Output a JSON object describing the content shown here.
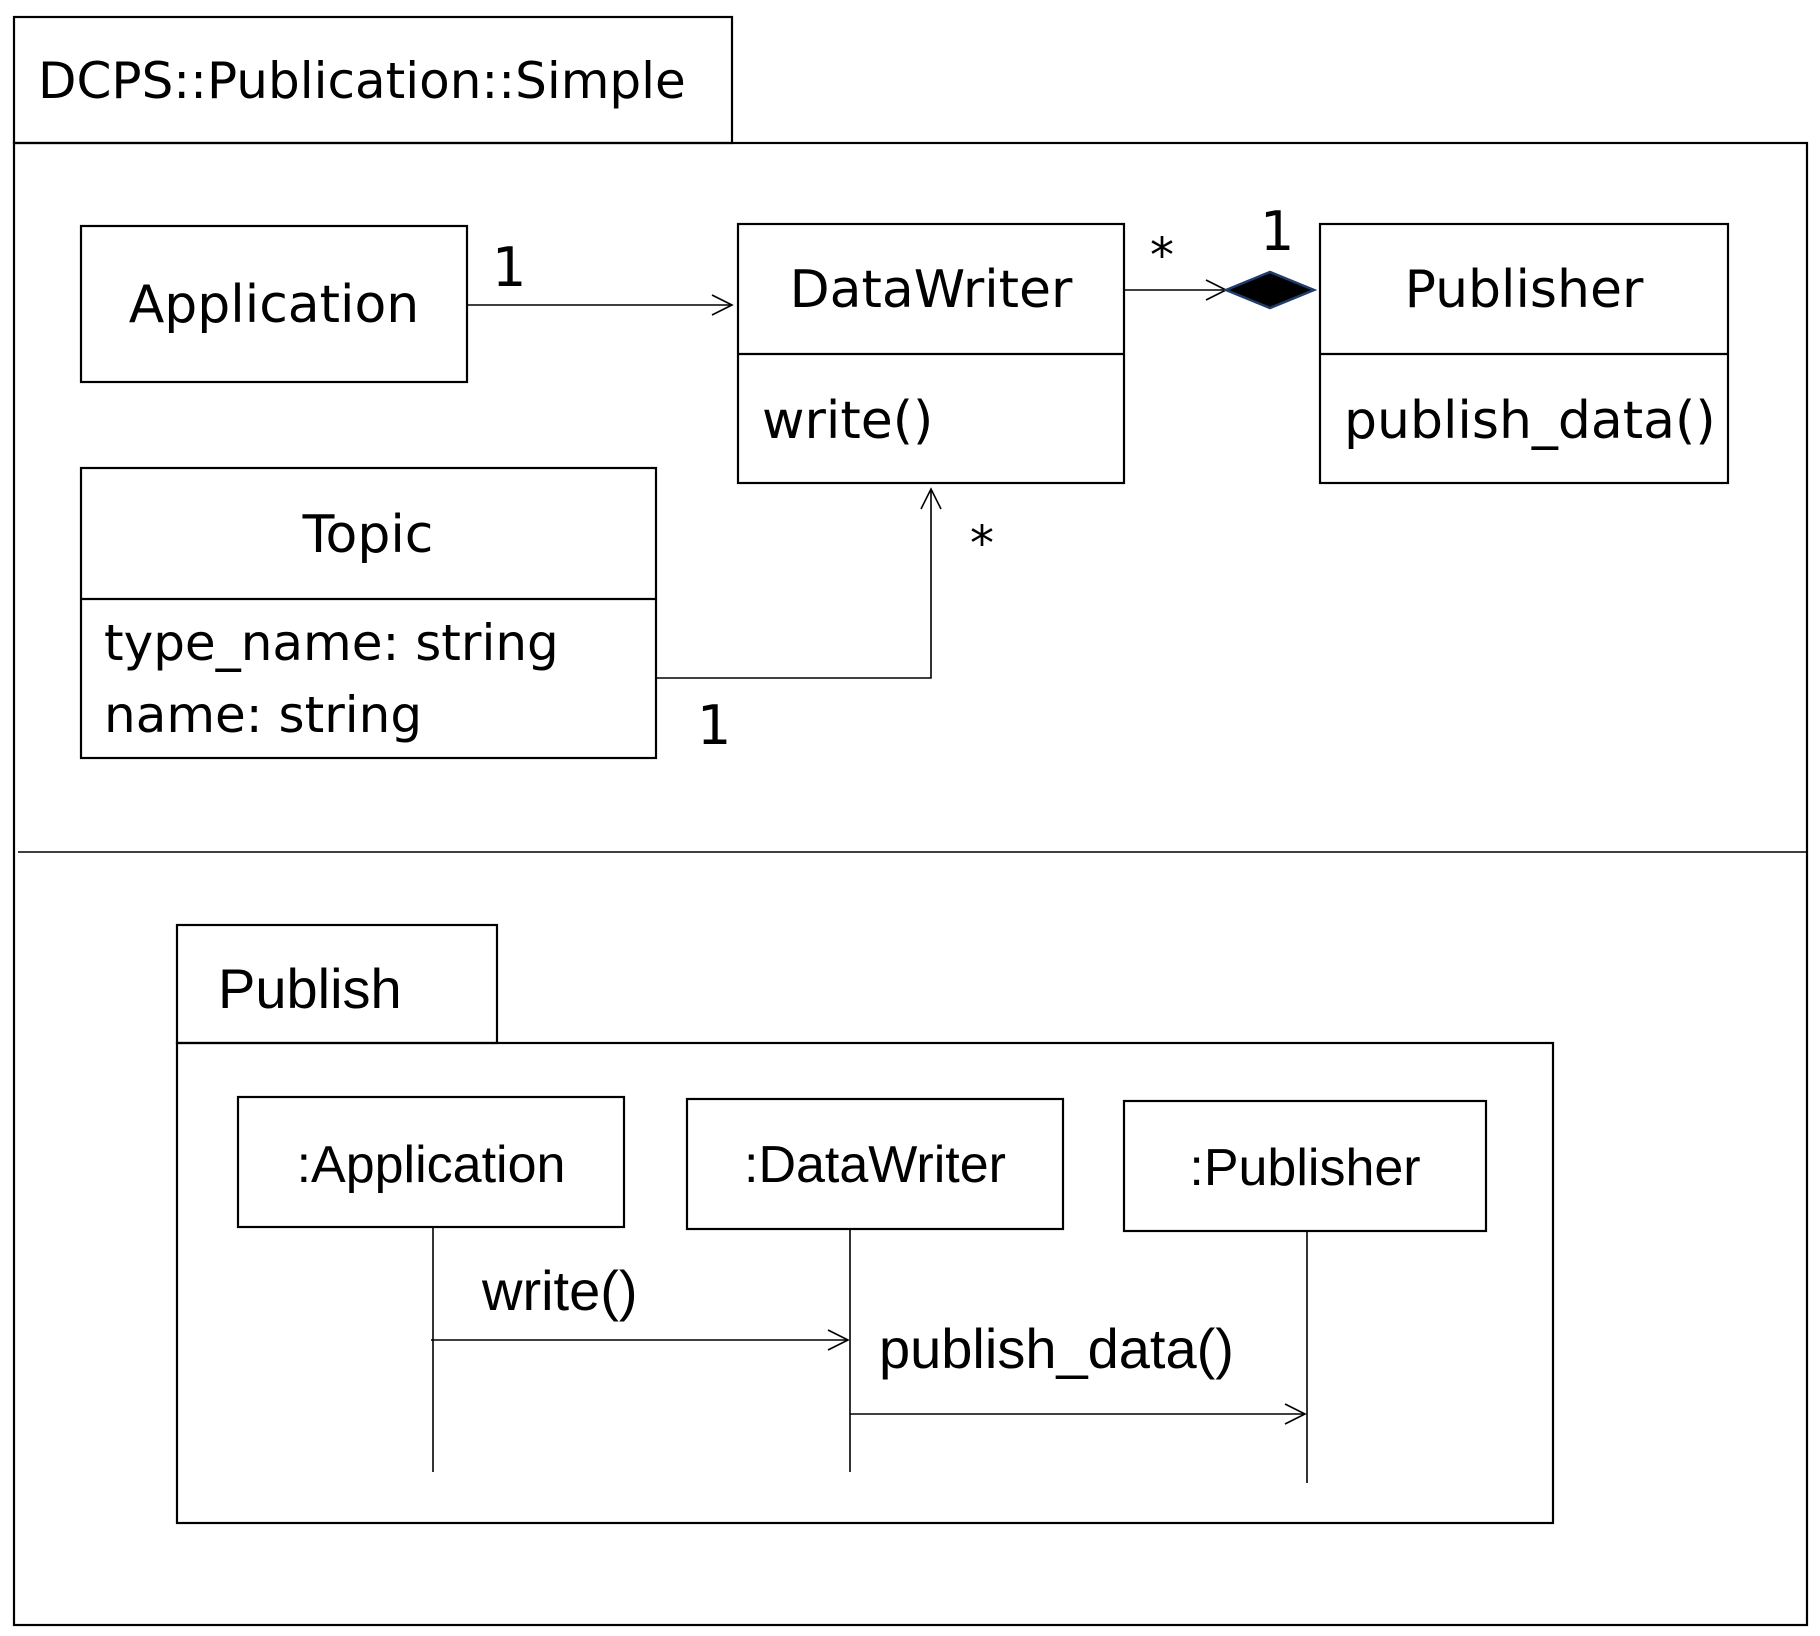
{
  "package": {
    "title": "DCPS::Publication::Simple"
  },
  "classes": {
    "application": {
      "name": "Application"
    },
    "datawriter": {
      "name": "DataWriter",
      "operations": [
        "write()"
      ]
    },
    "publisher": {
      "name": "Publisher",
      "operations": [
        "publish_data()"
      ]
    },
    "topic": {
      "name": "Topic",
      "attributes": [
        "type_name: string",
        "name: string"
      ]
    }
  },
  "associations": {
    "app_to_writer": {
      "source_multiplicity": "1"
    },
    "writer_to_publisher": {
      "source_multiplicity": "*",
      "target_multiplicity": "1"
    },
    "topic_to_writer": {
      "source_multiplicity": "1",
      "target_multiplicity": "*"
    }
  },
  "sequence": {
    "frame_title": "Publish",
    "lifelines": [
      ":Application",
      ":DataWriter",
      ":Publisher"
    ],
    "messages": [
      "write()",
      "publish_data()"
    ]
  },
  "colors": {
    "line": "#000000",
    "diamond_fill": "#000000",
    "diamond_outline": "#1f3d6b"
  }
}
